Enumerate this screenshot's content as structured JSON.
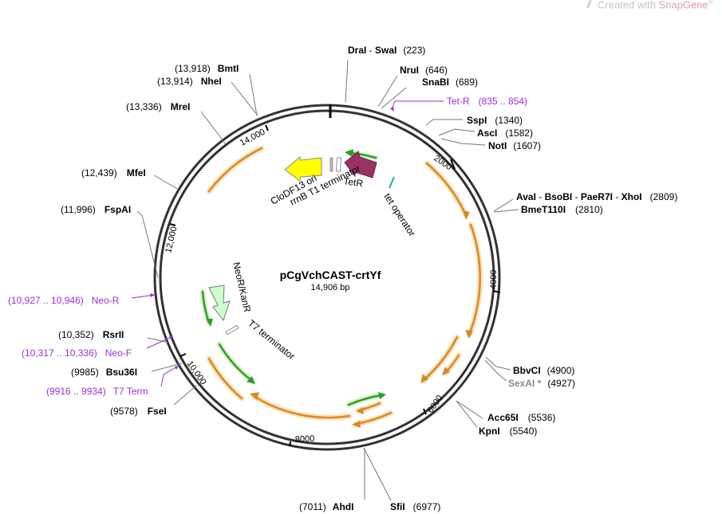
{
  "watermark": {
    "prefix": "Created with ",
    "brand": "SnapGene",
    "reg": "®"
  },
  "plasmid": {
    "name": "pCgVchCAST-crtYf",
    "length": "14,906 bp"
  },
  "ticks": [
    "2000",
    "4000",
    "6000",
    "8000",
    "10,000",
    "12,000",
    "14,000"
  ],
  "sites": {
    "draI": "DraI",
    "swaI": "SwaI",
    "draI_swaI_pos": "(223)",
    "nruI": "NruI",
    "nruI_pos": "(646)",
    "snaBI": "SnaBI",
    "snaBI_pos": "(689)",
    "sspI": "SspI",
    "sspI_pos": "(1340)",
    "ascI": "AscI",
    "ascI_pos": "(1582)",
    "notI": "NotI",
    "notI_pos": "(1607)",
    "avaI": "AvaI",
    "bsoBI": "BsoBI",
    "paeR7I": "PaeR7I",
    "xhoI": "XhoI",
    "xhoI_pos": "(2809)",
    "bme": "BmeT110I",
    "bme_pos": "(2810)",
    "bbvCI": "BbvCI",
    "bbvCI_pos": "(4900)",
    "sexAI": "SexAI *",
    "sexAI_pos": "(4927)",
    "acc65I": "Acc65I",
    "acc65I_pos": "(5536)",
    "kpnI": "KpnI",
    "kpnI_pos": "(5540)",
    "sfiI": "SfiI",
    "sfiI_pos": "(6977)",
    "ahdI": "AhdI",
    "ahdI_pos": "(7011)",
    "fseI": "FseI",
    "fseI_pos": "(9578)",
    "bsu36I": "Bsu36I",
    "bsu36I_pos": "(9985)",
    "rsrII": "RsrII",
    "rsrII_pos": "(10,352)",
    "fspAI": "FspAI",
    "fspAI_pos": "(11,996)",
    "mfeI": "MfeI",
    "mfeI_pos": "(12,439)",
    "mreI": "MreI",
    "mreI_pos": "(13,336)",
    "nheI": "NheI",
    "nheI_pos": "(13,914)",
    "bmtI": "BmtI",
    "bmtI_pos": "(13,918)"
  },
  "primers": {
    "tetR": "Tet-R",
    "tetR_range": "(835 .. 854)",
    "neoR": "Neo-R",
    "neoR_range": "(10,927 .. 10,946)",
    "neoF": "Neo-F",
    "neoF_range": "(10,317 .. 10,336)",
    "t7term": "T7 Term",
    "t7term_range": "(9916 .. 9934)"
  },
  "features": {
    "cloDF13": "CloDF13 ori",
    "rrnB": "rrnB T1 terminator",
    "tetR": "TetR",
    "tetOp": "tet operator",
    "neoKan": "NeoR/KanR",
    "t7": "T7 terminator"
  },
  "colors": {
    "ori": "#ffff00",
    "tetR": "#993366",
    "neoKan": "#ccffcc",
    "orf_orange": "#f0a030",
    "orf_green": "#2e9e2e",
    "primer": "#9b30d9",
    "operator": "#3399cc"
  }
}
